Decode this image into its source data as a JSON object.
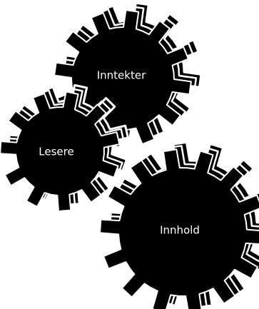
{
  "diagram": {
    "gears": [
      {
        "label": "Inntekter"
      },
      {
        "label": "Lesere"
      },
      {
        "label": "Innhold"
      }
    ]
  },
  "colors": {
    "gear_fill": "#000000",
    "tooth_shade": "#ffffff",
    "text": "#ffffff",
    "background": "#ffffff"
  }
}
